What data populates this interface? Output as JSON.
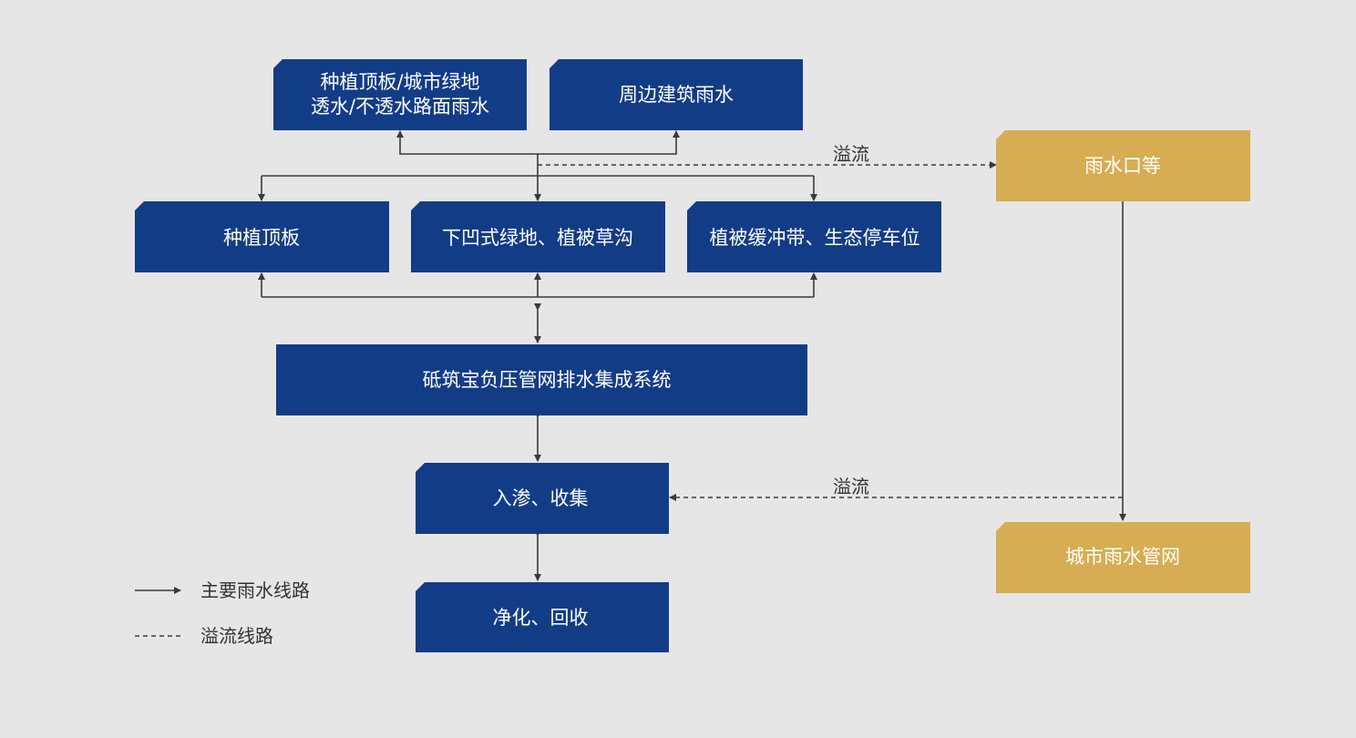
{
  "colors": {
    "node_blue": "#133c87",
    "node_gold": "#d6ad52",
    "background": "#e6e6e6",
    "line": "#3a3a3a"
  },
  "nodes": {
    "roof_green_road": {
      "line1": "种植顶板/城市绿地",
      "line2": "透水/不透水路面雨水"
    },
    "surrounding_rain": {
      "label": "周边建筑雨水"
    },
    "rain_inlet": {
      "label": "雨水口等"
    },
    "planting_roof": {
      "label": "种植顶板"
    },
    "sunken_green": {
      "label": "下凹式绿地、植被草沟"
    },
    "buffer_parking": {
      "label": "植被缓冲带、生态停车位"
    },
    "drainage_system": {
      "label": "砥筑宝负压管网排水集成系统"
    },
    "infiltration": {
      "label": "入渗、收集"
    },
    "purification": {
      "label": "净化、回收"
    },
    "city_network": {
      "label": "城市雨水管网"
    }
  },
  "edge_labels": {
    "overflow_top": "溢流",
    "overflow_mid": "溢流"
  },
  "legend": {
    "main_route": "主要雨水线路",
    "overflow_route": "溢流线路"
  }
}
